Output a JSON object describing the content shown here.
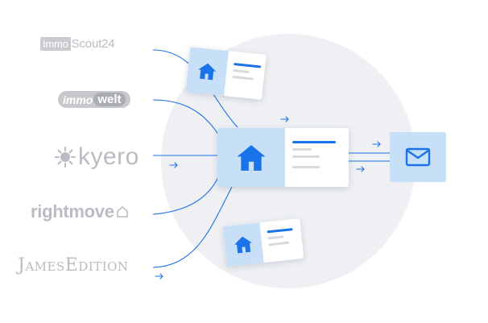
{
  "logos": {
    "immoscout": {
      "part1": "Immo",
      "part2": "Scout24"
    },
    "immowelt": {
      "part1": "immo",
      "part2": "welt"
    },
    "kyero": {
      "text": "kyero"
    },
    "rightmove": {
      "text": "rightmove"
    },
    "jamesedition": {
      "text": "JamesEdition"
    }
  },
  "colors": {
    "accent": "#1a73e8",
    "light_accent": "#c8dff8",
    "circle": "#eef0f3",
    "logo_grey": "#b9bcc2"
  },
  "icons": {
    "listing": "house-icon",
    "destination": "envelope-icon",
    "flow": "arrow-right-icon"
  }
}
